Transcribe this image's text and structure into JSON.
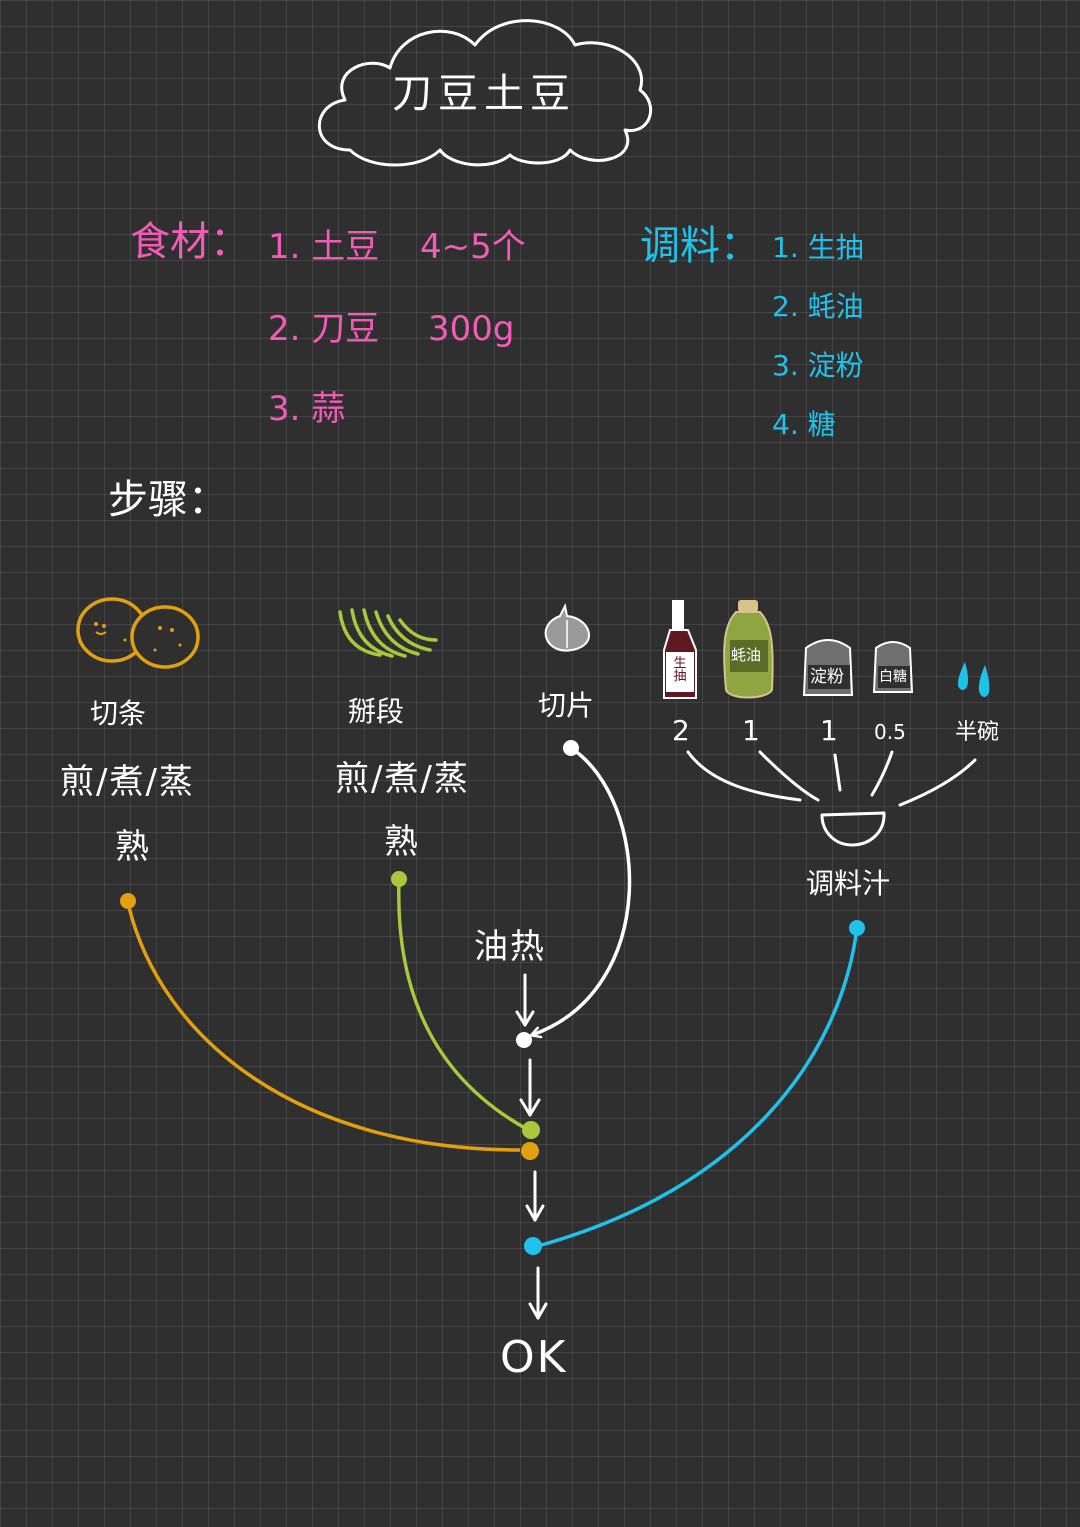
{
  "title": "刀豆土豆",
  "ingredients": {
    "label": "食材：",
    "items": [
      "1. 土豆",
      "2. 刀豆",
      "3. 蒜"
    ],
    "amounts": [
      "4~5个",
      "300g",
      ""
    ]
  },
  "seasonings": {
    "label": "调料：",
    "items": [
      "1. 生抽",
      "2. 蚝油",
      "3. 淀粉",
      "4. 糖"
    ]
  },
  "steps": {
    "label": "步骤：",
    "potato": {
      "cut": "切条",
      "cook_line1": "煎/煮/蒸",
      "cook_line2": "熟"
    },
    "bean": {
      "cut": "掰段",
      "cook_line1": "煎/煮/蒸",
      "cook_line2": "熟"
    },
    "garlic": {
      "cut": "切片"
    },
    "sauce": {
      "bottle_labels": [
        "生抽",
        "蚝油",
        "淀粉",
        "白糖"
      ],
      "ratios": [
        "2",
        "1",
        "1",
        "0.5",
        "半碗"
      ],
      "name": "调料汁"
    },
    "oil_hot": "油热",
    "done": "OK"
  },
  "colors": {
    "background": "#2f2f2f",
    "pink": "#f25bb7",
    "blue": "#1fc3ea",
    "potato": "#e0a010",
    "bean": "#a9c83c",
    "line": "#ffffff"
  },
  "icons": [
    "cloud-icon",
    "potato-icon",
    "bean-icon",
    "garlic-icon",
    "soy-sauce-bottle-icon",
    "oyster-sauce-bottle-icon",
    "starch-bag-icon",
    "sugar-bag-icon",
    "water-drop-icon",
    "bowl-icon",
    "arrow-down-icon"
  ]
}
